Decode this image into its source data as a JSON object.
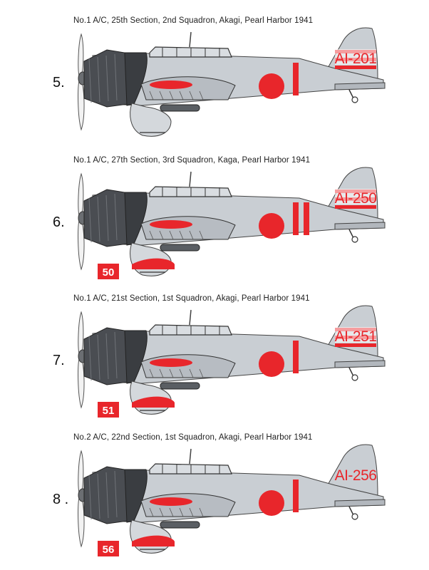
{
  "colors": {
    "fuselage": "#c9ced3",
    "dark": "#3a3d41",
    "cowl": "#4a4d52",
    "hinomaru": "#e8262b",
    "marking": "#e8262b"
  },
  "profiles": [
    {
      "index": "5.",
      "caption": "No.1 A/C, 25th Section, 2nd Squadron, Akagi, Pearl Harbor 1941",
      "tail_code": "AI-201",
      "fuselage_bands": 1,
      "tail_stripes": 3,
      "bomb_number": null
    },
    {
      "index": "6.",
      "caption": "No.1 A/C, 27th Section, 3rd Squadron, Kaga, Pearl Harbor 1941",
      "tail_code": "AI-250",
      "fuselage_bands": 2,
      "tail_stripes": 3,
      "bomb_number": "50"
    },
    {
      "index": "7.",
      "caption": "No.1 A/C, 21st Section, 1st Squadron, Akagi, Pearl Harbor 1941",
      "tail_code": "AI-251",
      "fuselage_bands": 1,
      "tail_stripes": 3,
      "bomb_number": "51"
    },
    {
      "index": "8 .",
      "caption": "No.2 A/C, 22nd Section, 1st Squadron, Akagi, Pearl Harbor 1941",
      "tail_code": "AI-256",
      "fuselage_bands": 1,
      "tail_stripes": 0,
      "bomb_number": "56"
    }
  ]
}
